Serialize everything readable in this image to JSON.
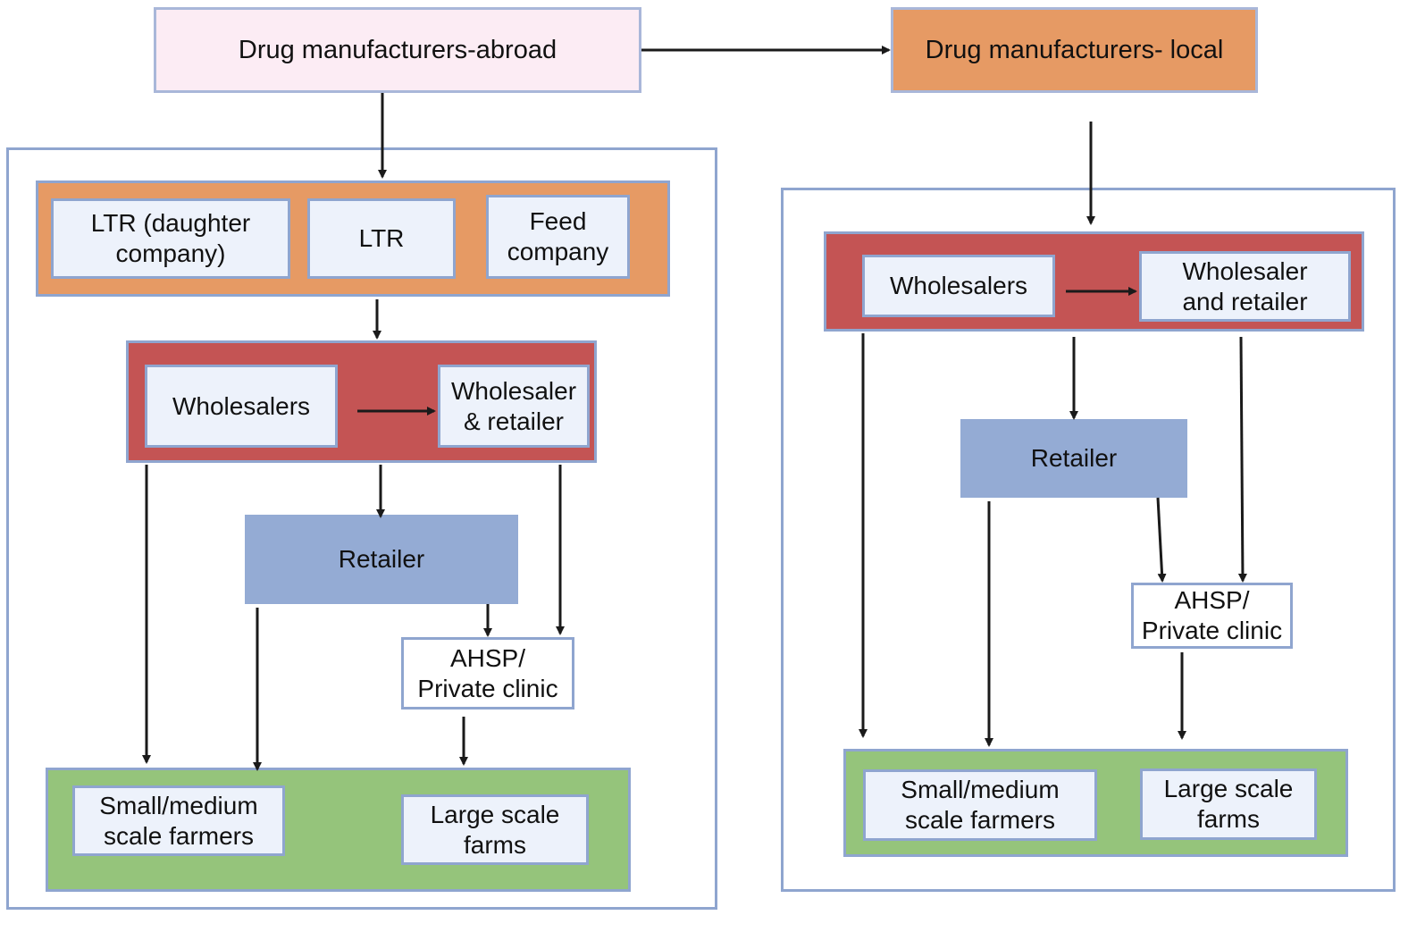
{
  "top": {
    "abroad": "Drug manufacturers-abroad",
    "local": "Drug manufacturers- local"
  },
  "left": {
    "ltr_daughter": "LTR (daughter\ncompany)",
    "ltr": "LTR",
    "feed_company": "Feed\ncompany",
    "wholesalers": "Wholesalers",
    "wholesaler_retailer": "Wholesaler\n& retailer",
    "retailer": "Retailer",
    "ahsp_clinic": "AHSP/\nPrivate clinic",
    "small_medium_farmers": "Small/medium\nscale farmers",
    "large_scale_farms": "Large scale\nfarms"
  },
  "right": {
    "wholesalers": "Wholesalers",
    "wholesaler_retailer": "Wholesaler\nand retailer",
    "retailer": "Retailer",
    "ahsp_clinic": "AHSP/\nPrivate clinic",
    "small_medium_farmers": "Small/medium\nscale farmers",
    "large_scale_farms": "Large scale\nfarms"
  },
  "colors": {
    "border": "#8fa5cf",
    "node_fill": "#edf2fb",
    "abroad_fill": "#fcecf4",
    "orange": "#e69a64",
    "red": "#c45454",
    "green": "#95c47b",
    "retailer_fill": "#94abd4",
    "arrow": "#1a1a1a"
  }
}
